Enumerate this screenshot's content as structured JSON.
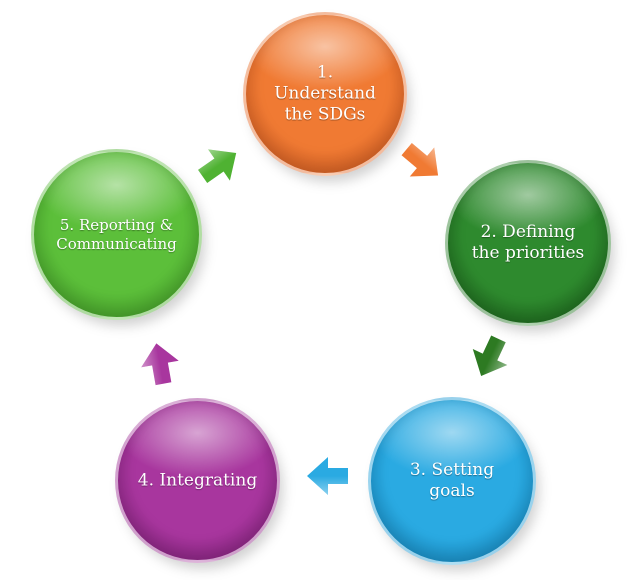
{
  "steps": [
    {
      "label": "1.\nUnderstand\nthe SDGs",
      "color": "#F07A33",
      "dark": "#D4531A"
    },
    {
      "label": "2. Defining\nthe priorities",
      "color": "#2E8A2E",
      "dark": "#145814"
    },
    {
      "label": "3. Setting\ngoals",
      "color": "#2AAAE2",
      "dark": "#0C83BF"
    },
    {
      "label": "4. Integrating",
      "color": "#A8369E",
      "dark": "#7D1A76"
    },
    {
      "label": "5. Reporting &\nCommunicating",
      "color": "#5CBF3A",
      "dark": "#3C9A22"
    }
  ],
  "arrows": [
    {
      "color": "#F07A33"
    },
    {
      "color": "#2D7A22"
    },
    {
      "color": "#2AAAE2"
    },
    {
      "color": "#A8369E"
    },
    {
      "color": "#4FB232"
    }
  ]
}
